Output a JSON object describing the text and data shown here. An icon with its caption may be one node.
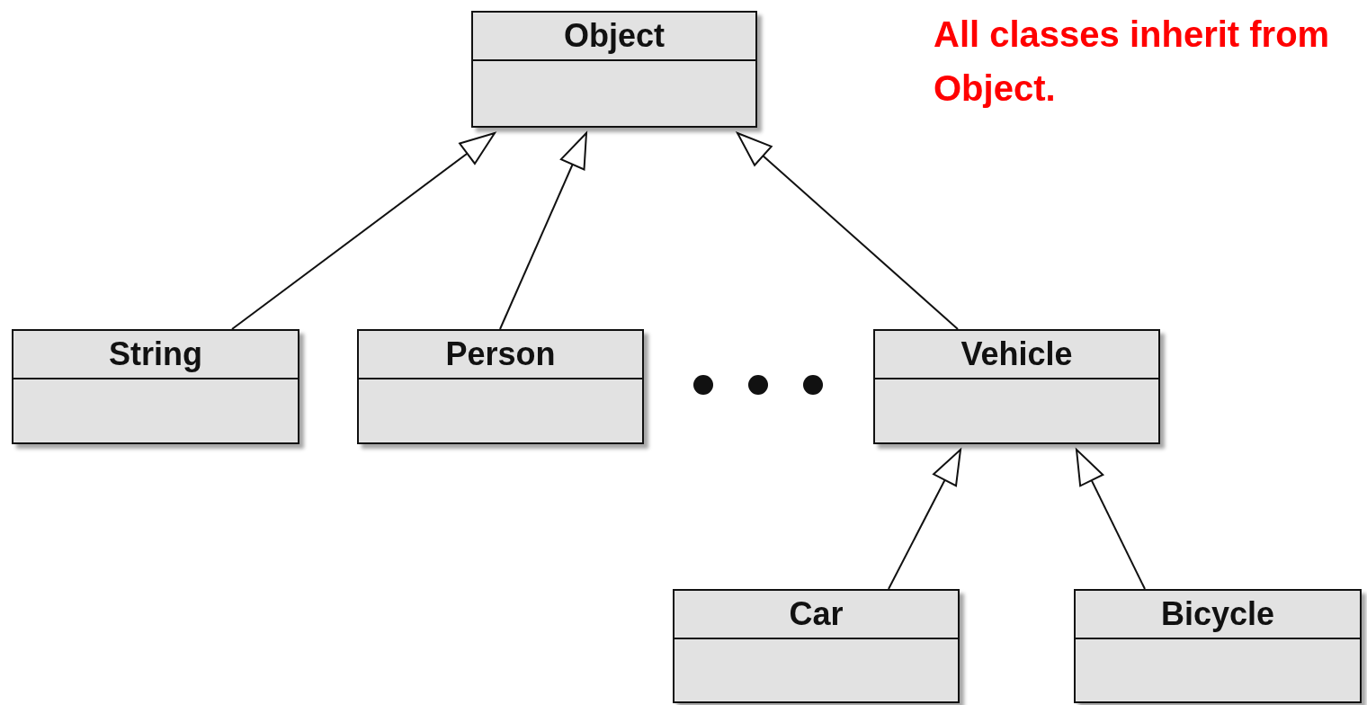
{
  "diagram": {
    "nodes": [
      {
        "text": [
          "Object"
        ]
      },
      {
        "text": [
          "String"
        ]
      },
      {
        "text": [
          "Person"
        ]
      },
      {
        "text": [
          "Vehicle"
        ]
      },
      {
        "text": [
          "Car"
        ]
      },
      {
        "text": [
          "Bicycle"
        ]
      }
    ],
    "edges": [
      {
        "from": 1,
        "to": 0,
        "arrow": "to"
      },
      {
        "from": 2,
        "to": 0,
        "arrow": "to"
      },
      {
        "from": 3,
        "to": 0,
        "arrow": "to"
      },
      {
        "from": 4,
        "to": 3,
        "arrow": "to"
      },
      {
        "from": 5,
        "to": 3,
        "arrow": "to"
      }
    ],
    "labels": [
      "All classes inherit from Object."
    ]
  }
}
